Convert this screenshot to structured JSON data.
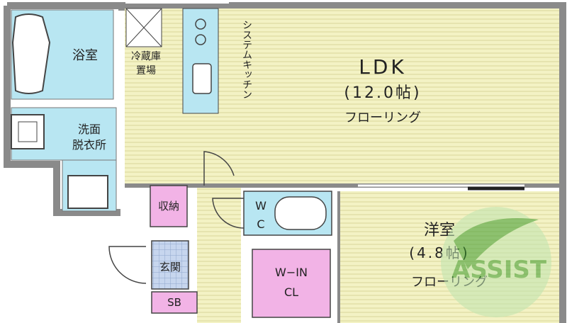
{
  "rooms": {
    "bath": "浴室",
    "fridge_line1": "冷蔵庫",
    "fridge_line2": "置場",
    "kitchen": "システムキッチン",
    "ldk_title": "LDK",
    "ldk_size": "(12.0帖)",
    "ldk_floor": "フローリング",
    "washroom_line1": "洗面",
    "washroom_line2": "脱衣所",
    "storage": "収納",
    "wc_line1": "W",
    "wc_line2": "C",
    "western_title": "洋室",
    "western_size": "(4.8帖)",
    "western_floor": "フローリング",
    "walkin_line1": "W−IN",
    "walkin_line2": "CL",
    "entrance": "玄関",
    "shoebox": "SB"
  },
  "logo": {
    "text": "ASSIST"
  },
  "colors": {
    "wall": "#8a8a8a",
    "ldk_fill": "#f3f2c4",
    "stripe": "#d9d79a",
    "bath_fill": "#b8e6f2",
    "pink_fill": "#f2b3e6",
    "entrance_fill": "#c7d6ee",
    "logo_green": "#3a9a2a"
  }
}
